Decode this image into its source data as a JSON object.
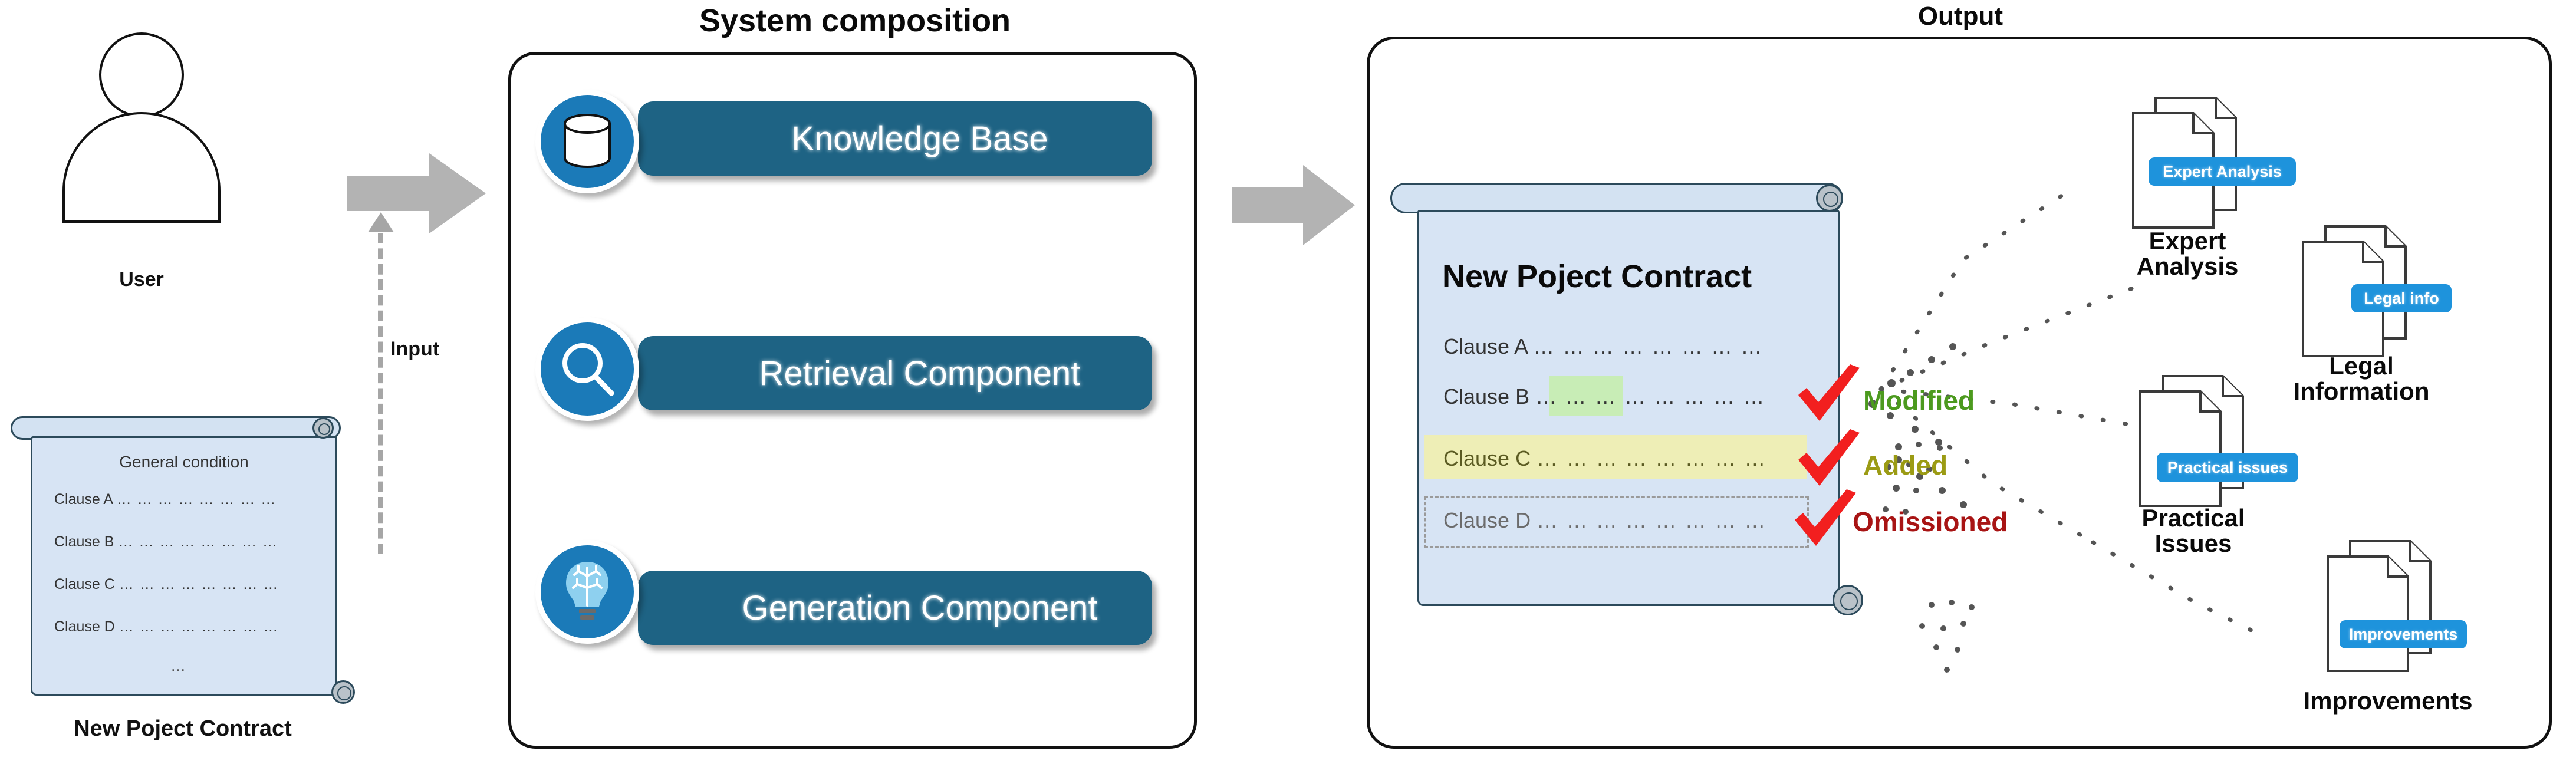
{
  "actor": {
    "label": "User",
    "icon": "user-avatar-icon"
  },
  "input_flow": {
    "label": "Input",
    "arrow_icon": "right-block-arrow-icon",
    "connector_icon": "dashed-up-arrow-icon"
  },
  "input_document": {
    "caption": "New Poject Contract",
    "heading": "General condition",
    "clauses": [
      {
        "label": "Clause A",
        "dots": "… … … … … … … …"
      },
      {
        "label": "Clause B",
        "dots": "… … … … … … … …"
      },
      {
        "label": "Clause C",
        "dots": "… … … … … … … …"
      },
      {
        "label": "Clause D",
        "dots": "… … … … … … … …"
      }
    ],
    "ellipsis": "…"
  },
  "system_panel": {
    "title": "System composition",
    "components": [
      {
        "label": "Knowledge Base",
        "icon": "database-icon"
      },
      {
        "label": "Retrieval Component",
        "icon": "magnifier-icon"
      },
      {
        "label": "Generation Component",
        "icon": "lightbulb-brain-icon"
      }
    ]
  },
  "middle_arrow": {
    "icon": "right-block-arrow-icon"
  },
  "output_panel": {
    "title": "Output",
    "document": {
      "title": "New Poject Contract",
      "clauses": [
        {
          "label": "Clause A",
          "dots": "… … … … … … … …",
          "state": "unchanged"
        },
        {
          "label": "Clause B",
          "dots": "… … … … … … … …",
          "state": "modified"
        },
        {
          "label": "Clause C",
          "dots": "… … … … … … … …",
          "state": "added"
        },
        {
          "label": "Clause D",
          "dots": "… … … … … … … …",
          "state": "omissioned"
        }
      ]
    },
    "annotations": [
      {
        "text": "Modified",
        "color": "#4c9a1e",
        "check_icon": "red-check-icon"
      },
      {
        "text": "Added",
        "color": "#9b9b14",
        "check_icon": "red-check-icon"
      },
      {
        "text": "Omissioned",
        "color": "#a81414",
        "check_icon": "red-check-icon"
      }
    ],
    "outputs": [
      {
        "badge": "Expert Analysis",
        "label": "Expert\nAnalysis",
        "icon": "document-stack-icon"
      },
      {
        "badge": "Legal info",
        "label": "Legal\nInformation",
        "icon": "document-stack-icon"
      },
      {
        "badge": "Practical issues",
        "label": "Practical\nIssues",
        "icon": "document-stack-icon"
      },
      {
        "badge": "Improvements",
        "label": "Improvements",
        "icon": "document-stack-icon"
      }
    ]
  },
  "colors": {
    "component_pill": "#1e6384",
    "icon_circle": "#1b7ab8",
    "badge_blue": "#1e93dc",
    "doc_paper": "#d7e4f4",
    "doc_border": "#2c4a5b",
    "arrow_grey": "#b3b3b3",
    "modified_green": "#4c9a1e",
    "added_olive": "#9b9b14",
    "omissioned_red": "#a81414",
    "check_red": "#f21f1f",
    "highlight_green": "#c8edb6",
    "highlight_yellow": "#eeeeb6"
  }
}
